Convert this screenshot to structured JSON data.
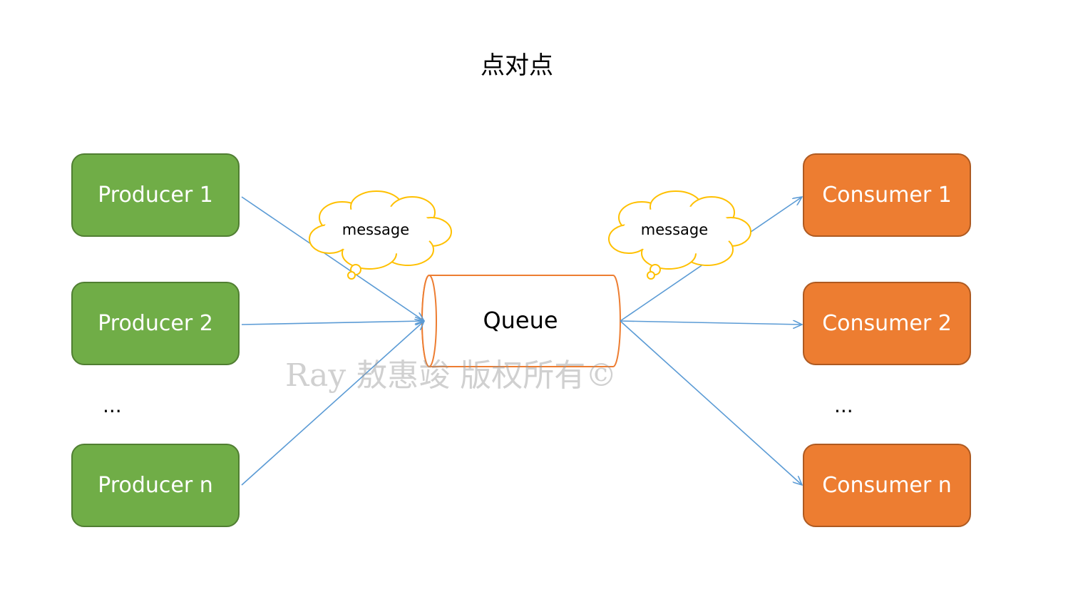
{
  "title": "点对点",
  "producers": [
    "Producer 1",
    "Producer 2",
    "Producer n"
  ],
  "consumers": [
    "Consumer 1",
    "Consumer 2",
    "Consumer n"
  ],
  "ellipsis": "...",
  "queue": {
    "label": "Queue"
  },
  "clouds": {
    "left_label": "message",
    "right_label": "message"
  },
  "watermark": "Ray 敖惠竣 版权所有©",
  "colors": {
    "producer_fill": "#70ad47",
    "consumer_fill": "#ed7d31",
    "queue_stroke": "#ed7d31",
    "cloud_stroke": "#ffc000",
    "arrow": "#5b9bd5"
  }
}
